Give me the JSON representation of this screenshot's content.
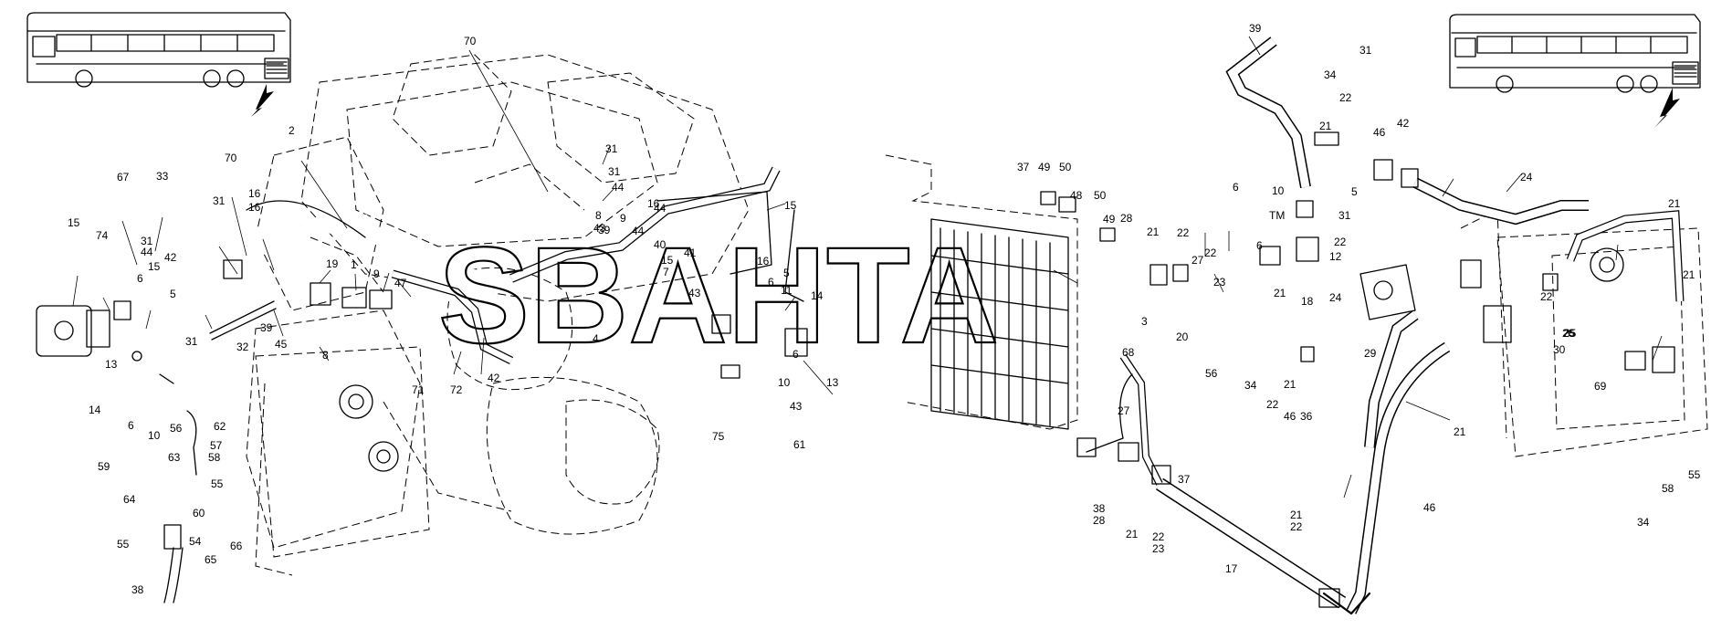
{
  "diagram": {
    "watermark": "SBAHTA",
    "watermark_mark": "TM",
    "callouts": [
      "70",
      "2",
      "67",
      "33",
      "70",
      "31",
      "16",
      "15",
      "74",
      "15",
      "16",
      "31",
      "44",
      "42",
      "6",
      "5",
      "13",
      "14",
      "6",
      "10",
      "31",
      "32",
      "39",
      "45",
      "19",
      "1",
      "9",
      "47",
      "8",
      "71",
      "72",
      "42",
      "44",
      "31",
      "31",
      "39",
      "44",
      "16",
      "15",
      "8",
      "43",
      "9",
      "44",
      "43",
      "4",
      "41",
      "7",
      "40",
      "15",
      "16",
      "6",
      "5",
      "11",
      "14",
      "6",
      "10",
      "13",
      "43",
      "75",
      "61",
      "62",
      "56",
      "57",
      "58",
      "63",
      "59",
      "55",
      "64",
      "60",
      "55",
      "54",
      "66",
      "65",
      "38",
      "37",
      "49",
      "50",
      "48",
      "50",
      "49",
      "28",
      "21",
      "22",
      "27",
      "3",
      "20",
      "68",
      "56",
      "23",
      "22",
      "34",
      "21",
      "22",
      "46",
      "36",
      "27",
      "37",
      "38",
      "28",
      "21",
      "22",
      "23",
      "17",
      "39",
      "31",
      "34",
      "22",
      "21",
      "46",
      "42",
      "31",
      "5",
      "6",
      "10",
      "6",
      "21",
      "22",
      "12",
      "18",
      "24",
      "24",
      "29",
      "21",
      "22",
      "25",
      "69",
      "21",
      "30",
      "21",
      "26",
      "35",
      "58",
      "55",
      "34",
      "46",
      "21",
      "22"
    ]
  }
}
